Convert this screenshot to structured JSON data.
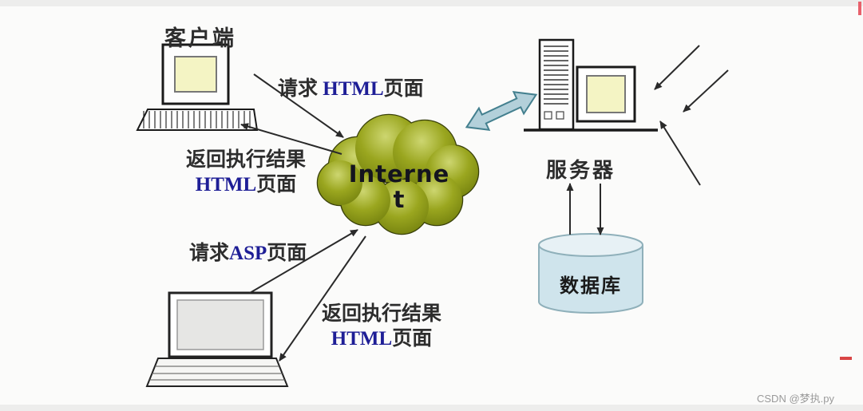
{
  "diagram": {
    "client_label": "客户端",
    "server_label": "服务器",
    "database_label": "数据库",
    "internet_line1": "Interne",
    "internet_line2": "t",
    "request_html": {
      "prefix": "请求 ",
      "keyword": "HTML",
      "suffix": "页面"
    },
    "return_top": {
      "line1": "返回执行结果",
      "keyword": "HTML",
      "suffix": "页面"
    },
    "request_asp": {
      "prefix": "请求",
      "keyword": "ASP",
      "suffix": "页面"
    },
    "return_bottom": {
      "line1": "返回执行结果",
      "keyword": "HTML",
      "suffix": "页面"
    }
  },
  "watermark": "CSDN @梦执.py",
  "colors": {
    "keyword_blue": "#1e1e96",
    "cloud_green": "#94a018",
    "database_blue": "#cfe4ec",
    "double_arrow_teal": "#b3d0da",
    "screen_yellow": "#f4f4c4",
    "annotation_red": "#e8616c"
  },
  "icons": [
    "desktop-computer-icon",
    "laptop-icon",
    "server-tower-icon",
    "server-monitor-icon",
    "database-cylinder-icon",
    "internet-cloud-icon",
    "double-arrow-icon"
  ]
}
